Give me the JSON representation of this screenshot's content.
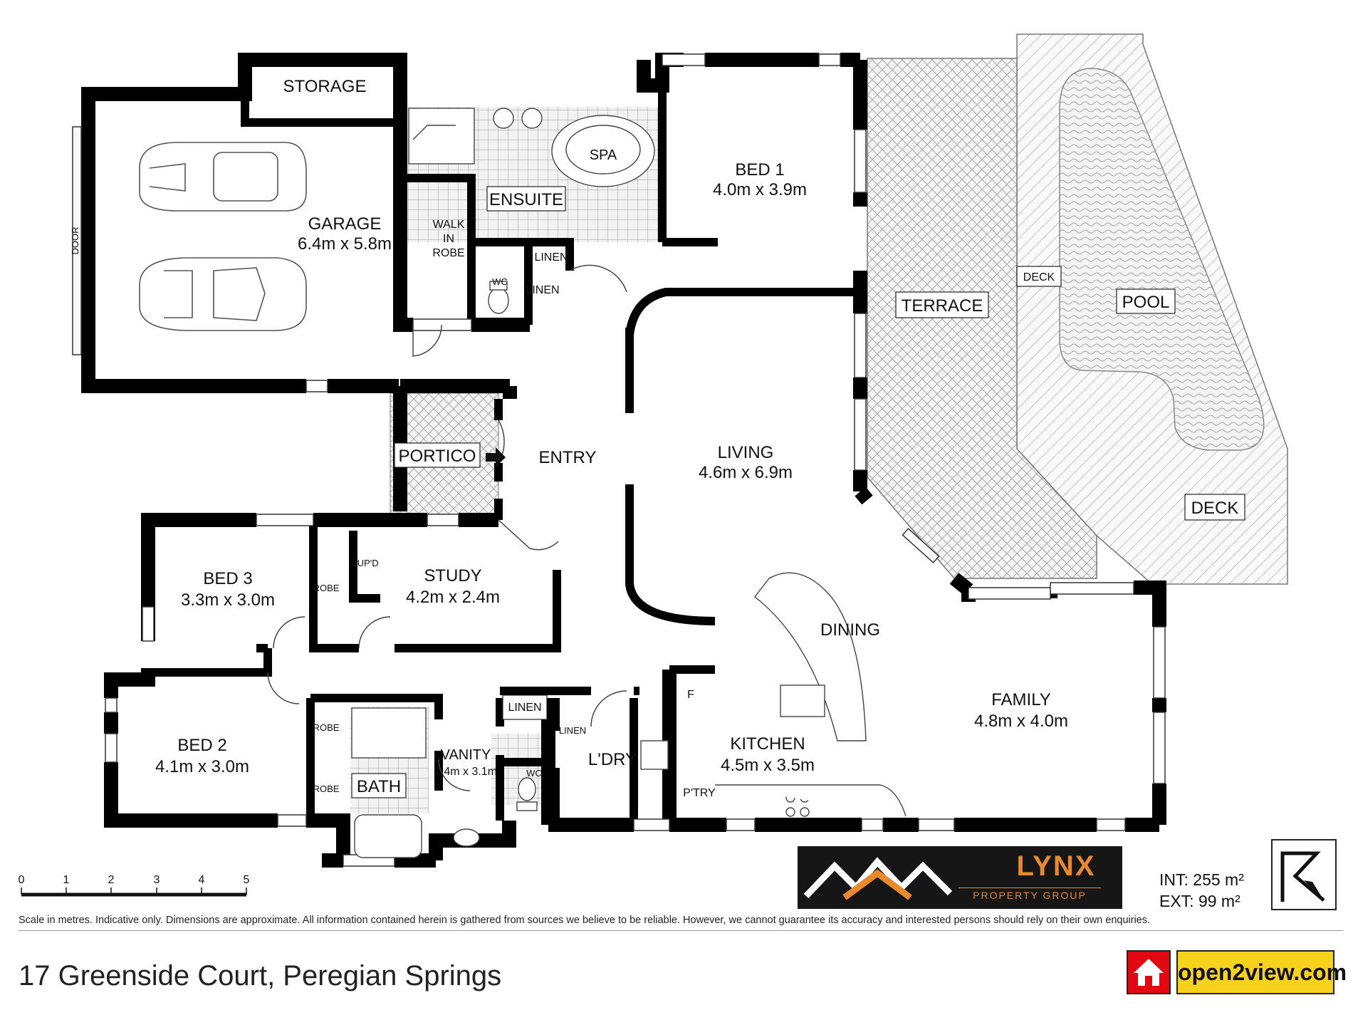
{
  "rooms": {
    "storage": "STORAGE",
    "garage": "GARAGE",
    "garage_dims": "6.4m x 5.8m",
    "garage_door": "DOOR",
    "walk_in_robe": [
      "WALK",
      "IN",
      "ROBE"
    ],
    "ensuite": "ENSUITE",
    "spa": "SPA",
    "wc_upper": "WC",
    "linen_a": "LINEN",
    "linen_b": "LINEN",
    "bed1": "BED 1",
    "bed1_dims": "4.0m x 3.9m",
    "terrace": "TERRACE",
    "deck_upper": "DECK",
    "pool": "POOL",
    "deck_lower": "DECK",
    "portico": "PORTICO",
    "entry": "ENTRY",
    "living": "LIVING",
    "living_dims": "4.6m x 6.9m",
    "dining": "DINING",
    "bed3": "BED 3",
    "bed3_dims": "3.3m x 3.0m",
    "robe_bed3": "ROBE",
    "cupd": "CUP'D",
    "study": "STUDY",
    "study_dims": "4.2m x 2.4m",
    "bed2": "BED 2",
    "bed2_dims": "4.1m x 3.0m",
    "robe_bed2_a": "ROBE",
    "robe_bed2_b": "ROBE",
    "bath": "BATH",
    "vanity": "VANITY",
    "vanity_dims": "1.4m x 3.1m",
    "wc_lower": "WC",
    "linen_c": "LINEN",
    "linen_d": "LINEN",
    "laundry": "L'DRY",
    "fridge": "F",
    "pantry": "P'TRY",
    "kitchen": "KITCHEN",
    "kitchen_dims": "4.5m x 3.5m",
    "family": "FAMILY",
    "family_dims": "4.8m x 4.0m"
  },
  "scale": {
    "ticks": [
      "0",
      "1",
      "2",
      "3",
      "4",
      "5"
    ]
  },
  "area": {
    "internal": "INT: 255 m²",
    "external": "EXT: 99 m²"
  },
  "brand": {
    "name": "LYNX",
    "subtitle": "PROPERTY GROUP",
    "portal": "open2view.com",
    "accent_color": "#e8892a",
    "portal_color": "#f6d21c",
    "portal_red": "#e30613"
  },
  "disclaimer": "Scale in metres. Indicative only. Dimensions are approximate. All information contained herein is gathered from sources we believe to be reliable. However, we cannot guarantee its accuracy and interested persons should rely on their own enquiries.",
  "address": "17 Greenside Court, Peregian Springs"
}
